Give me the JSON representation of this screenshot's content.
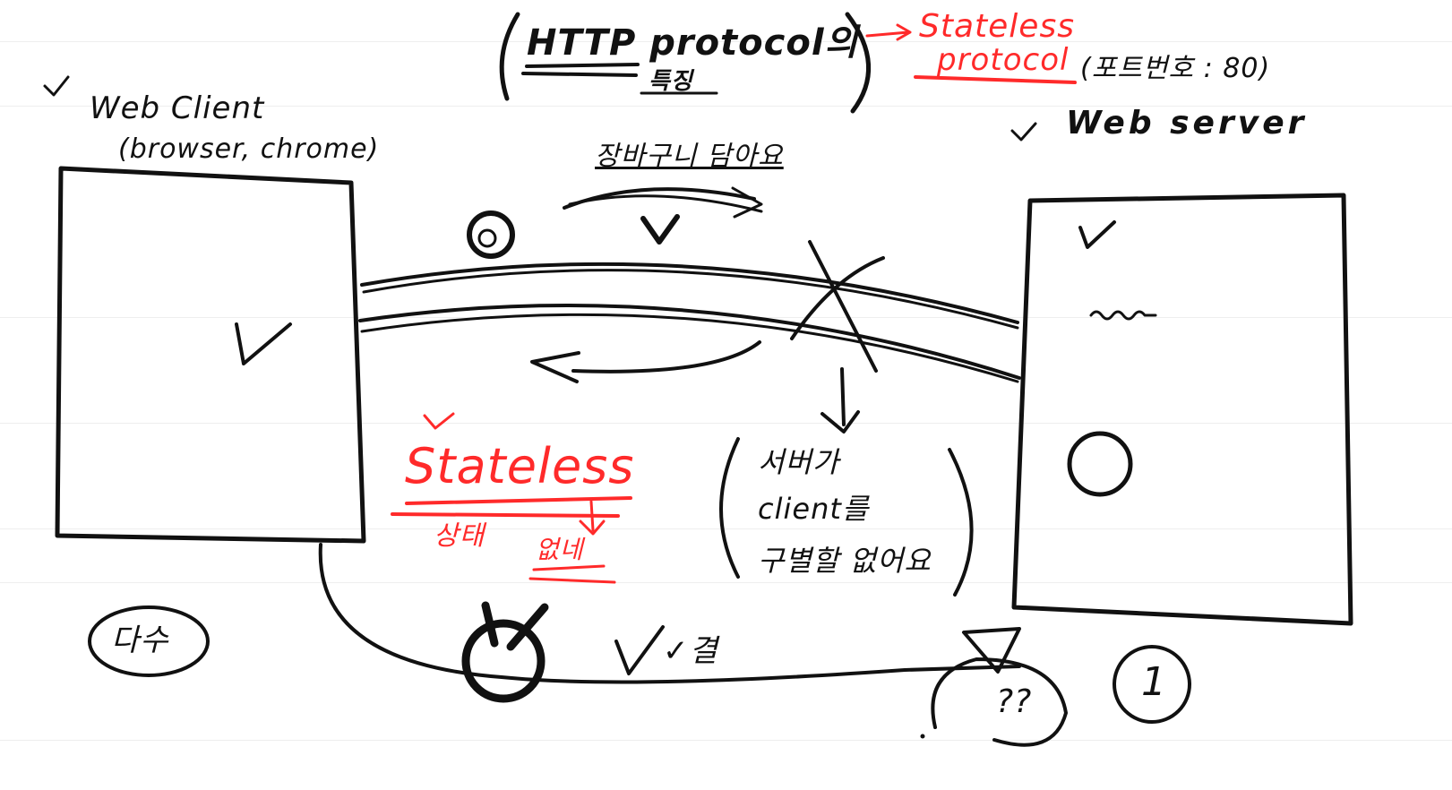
{
  "colors": {
    "ink": "#111111",
    "accent": "#ff2a2a"
  },
  "title": {
    "line1": "HTTP protocol의",
    "line2": "특징"
  },
  "stateless_protocol": {
    "line1": "Stateless",
    "line2": "protocol",
    "port": "(포트번호 : 80)"
  },
  "web_client": {
    "label": "Web Client",
    "sub": "(browser, chrome)"
  },
  "web_server": {
    "label": "Web server"
  },
  "request": {
    "label": "장바구니 담아요"
  },
  "stateless_note": {
    "title": "Stateless",
    "kr1": "상태",
    "kr2": "없네"
  },
  "server_note": {
    "line1": "서버가",
    "line2": "client를",
    "line3": "구별할 없어요"
  },
  "client_count": "다수",
  "server_count": "1",
  "question": "??",
  "connection_label": "✓결",
  "icons": [
    "checkmark-icon",
    "circle-icon",
    "cross-mark-icon",
    "arrow-down-icon",
    "arrow-icon",
    "wave-icon"
  ]
}
